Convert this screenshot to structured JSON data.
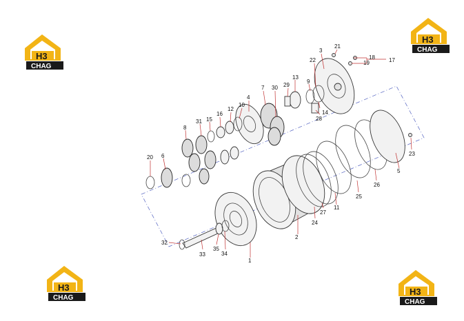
{
  "logo": {
    "mark": "H3",
    "text": "CHAG"
  },
  "callouts": [
    "1",
    "2",
    "3",
    "4",
    "5",
    "6",
    "7",
    "8",
    "9",
    "10",
    "11",
    "12",
    "13",
    "14",
    "15",
    "16",
    "17",
    "18",
    "19",
    "20",
    "21",
    "22",
    "23",
    "24",
    "25",
    "26",
    "27",
    "28",
    "29",
    "30",
    "31",
    "32",
    "33",
    "34",
    "35"
  ]
}
